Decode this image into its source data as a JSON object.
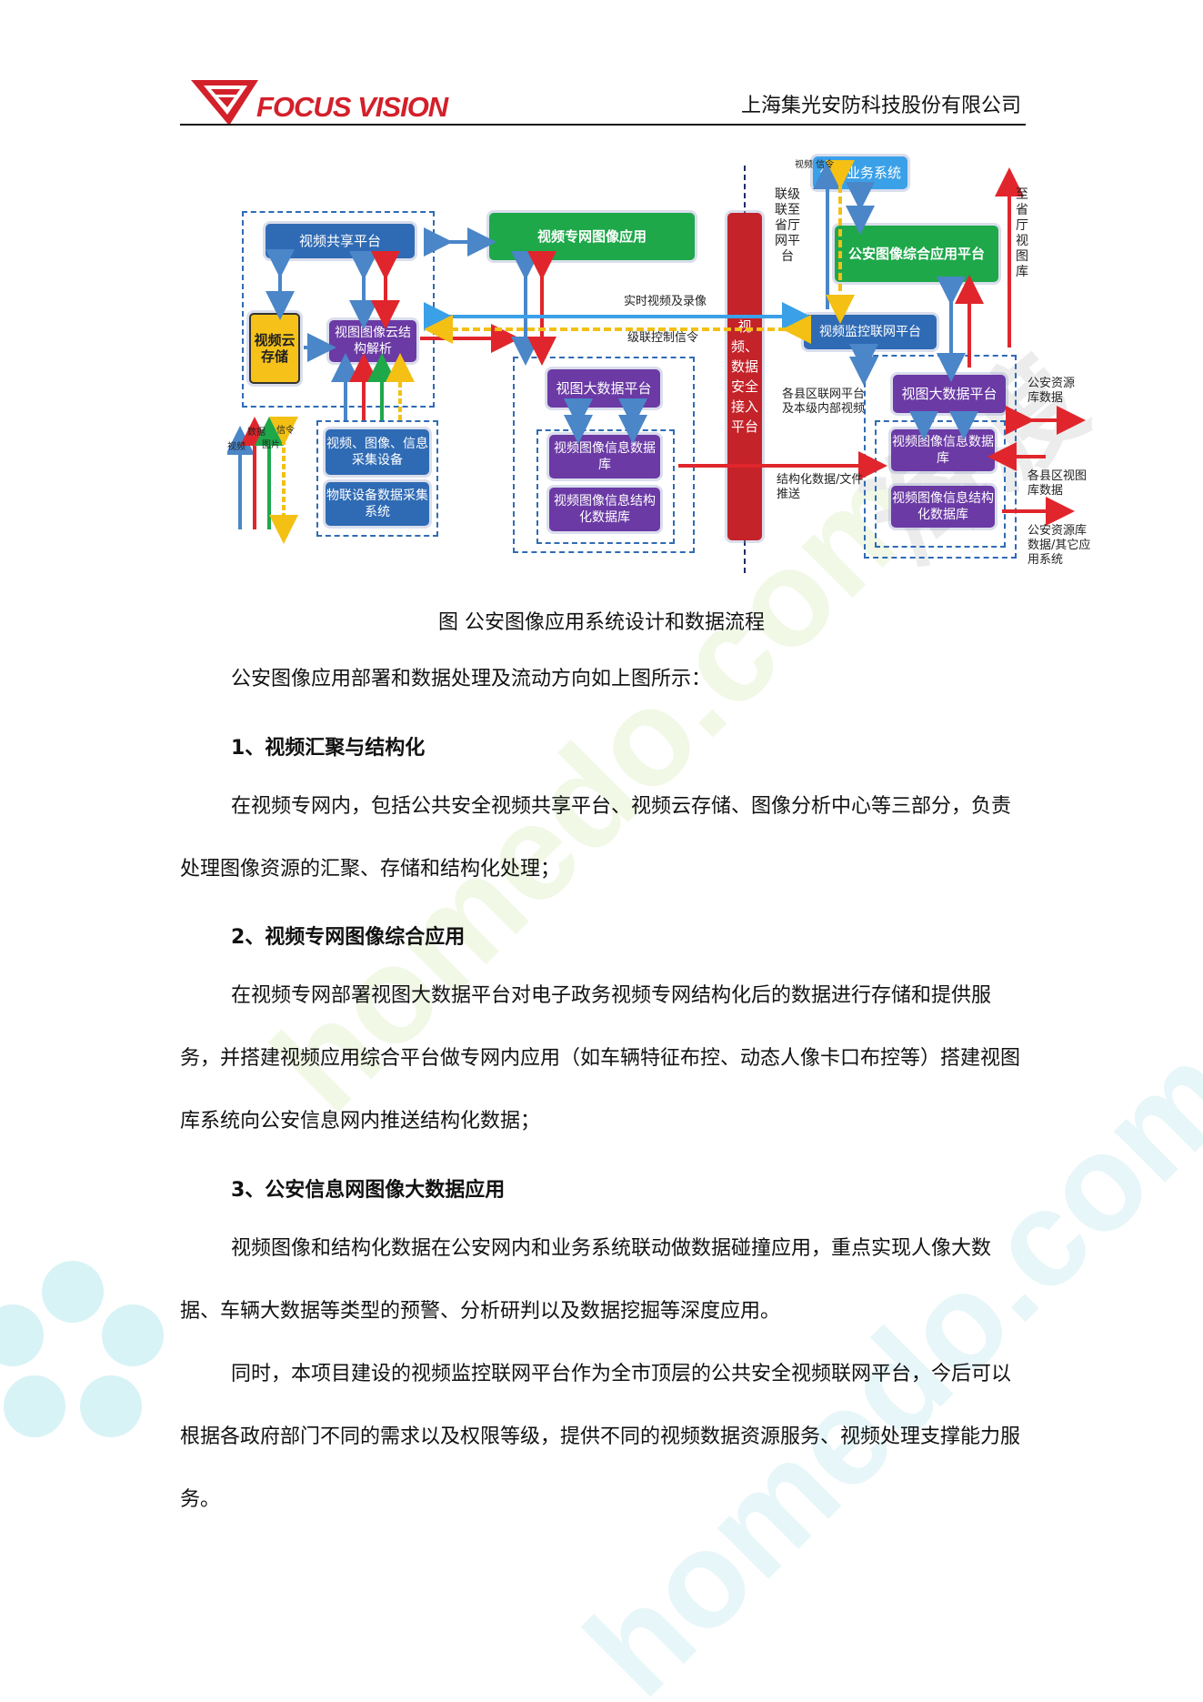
{
  "header": {
    "logo_text": "FOCUS VISION",
    "company": "上海集光安防科技股份有限公司"
  },
  "diagram": {
    "boxes": {
      "video_share": "视频共享平台",
      "video_cloud": "视频云存储",
      "cloud_parse": "视图图像云结构解析",
      "collect_dev": "视频、图像、信息采集设备",
      "iot_collect": "物联设备数据采集系统",
      "private_app": "视频专网图像应用",
      "bigdata_left": "视图大数据平台",
      "img_db_left": "视频图像信息数据库",
      "struct_db_left": "视频图像信息结构化数据库",
      "security_bar": "视频、数据安全接入平台",
      "police_biz": "公安业务系统",
      "police_app": "公安图像综合应用平台",
      "monitor_net": "视频监控联网平台",
      "bigdata_right": "视图大数据平台",
      "img_db_right": "视频图像信息数据库",
      "struct_db_right": "视频图像信息结构化数据库"
    },
    "labels": {
      "realtime": "实时视频及录像",
      "cascade_ctrl": "级联控制信令",
      "cascade_prov": "联级联至省厅网平台",
      "video_signal": "视频 信令",
      "to_prov_lib": "至省厅视图库",
      "county_net": "各县区联网平台及本级内部视频",
      "struct_push": "结构化数据/文件推送",
      "res_lib": "公安资源库数据",
      "county_lib": "各县区视图库数据",
      "res_other": "公安资源库数据/其它应用系统",
      "legend_video": "视频",
      "legend_data": "数据",
      "legend_img": "图片",
      "legend_signal": "信令"
    }
  },
  "caption": "图  公安图像应用系统设计和数据流程",
  "body": {
    "intro": "公安图像应用部署和数据处理及流动方向如上图所示：",
    "h1": "1、视频汇聚与结构化",
    "p1": "在视频专网内，包括公共安全视频共享平台、视频云存储、图像分析中心等三部分，负责处理图像资源的汇聚、存储和结构化处理；",
    "h2": "2、视频专网图像综合应用",
    "p2": "在视频专网部署视图大数据平台对电子政务视频专网结构化后的数据进行存储和提供服务，并搭建视频应用综合平台做专网内应用（如车辆特征布控、动态人像卡口布控等）搭建视图库系统向公安信息网内推送结构化数据；",
    "h3": "3、公安信息网图像大数据应用",
    "p3": "视频图像和结构化数据在公安网内和业务系统联动做数据碰撞应用，重点实现人像大数据、车辆大数据等类型的预警、分析研判以及数据挖掘等深度应用。",
    "p4": "同时，本项目建设的视频监控联网平台作为全市顶层的公共安全视频联网平台，今后可以根据各政府部门不同的需求以及权限等级，提供不同的视频数据资源服务、视频处理支撑能力服务。"
  },
  "watermark": {
    "text1": "homedo.com",
    "text2": "homedo.com",
    "text3": "海渡"
  },
  "colors": {
    "brand_red": "#d3202a",
    "blue": "#2f6bb5",
    "green": "#1ea84a",
    "purple": "#6b3aa5",
    "red": "#c4232a",
    "yellow": "#f6c21a",
    "lightblue": "#3aa0e8"
  }
}
